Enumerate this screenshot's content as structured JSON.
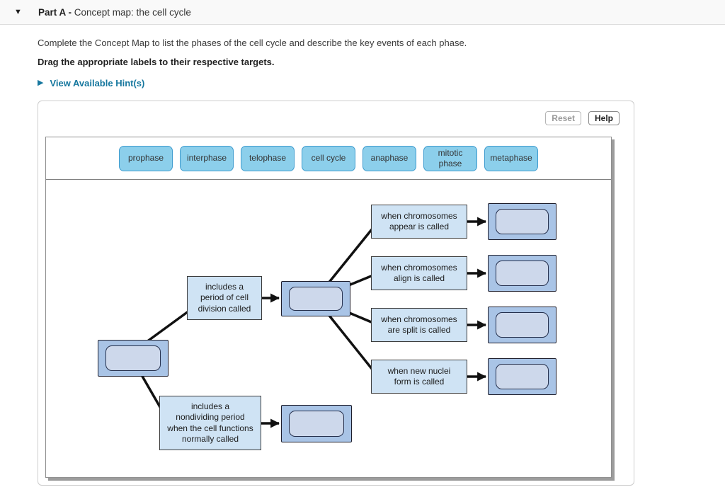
{
  "header": {
    "collapse_icon": "▼",
    "part_label": "Part A - ",
    "title": "Concept map: the cell cycle"
  },
  "instructions": {
    "line1": "Complete the Concept Map to list the phases of the cell cycle and describe the key events of each phase.",
    "line2": "Drag the appropriate labels to their respective targets."
  },
  "hint": {
    "icon": "▶",
    "label": "View Available Hint(s)"
  },
  "toolbar": {
    "reset_label": "Reset",
    "help_label": "Help"
  },
  "label_bank": {
    "labels": [
      "prophase",
      "interphase",
      "telophase",
      "cell cycle",
      "anaphase",
      "mitotic phase",
      "metaphase"
    ]
  },
  "concept_map": {
    "boxes": {
      "division": "includes a\nperiod of cell\ndivision called",
      "nondividing": "includes a\nnondividing period\nwhen the cell functions\nnormally called",
      "appear": "when chromosomes\nappear is called",
      "align": "when chromosomes\nalign is called",
      "split": "when chromosomes\nare split is called",
      "nuclei": "when new nuclei\nform is called"
    },
    "drop_target_count": 7
  },
  "colors": {
    "chip_fill": "#8ccfeb",
    "chip_border": "#3f9ccf",
    "box_fill": "#cfe3f4",
    "box_border": "#3c3c3c",
    "target_outer_fill": "#a9c4e6",
    "target_inner_fill": "#cdd8eb",
    "connector_line": "#111111",
    "hint_link": "#17789f"
  }
}
